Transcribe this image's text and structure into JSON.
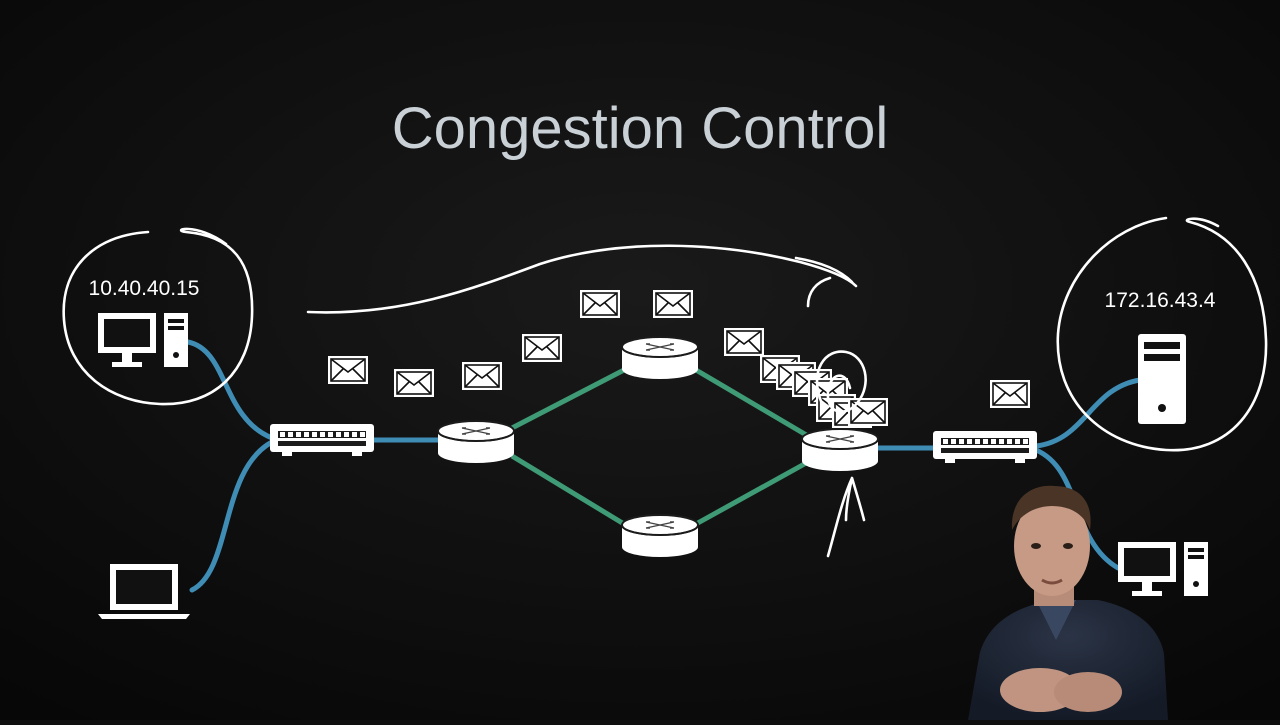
{
  "slide": {
    "title": "Congestion Control",
    "source_ip": "10.40.40.15",
    "dest_ip": "172.16.43.4"
  },
  "colors": {
    "background": "#101010",
    "title": "#c9d1d6",
    "host_link": "#3f8db5",
    "router_link": "#3f9a76",
    "device_fill": "#ffffff",
    "ink": "#ffffff"
  },
  "devices": [
    {
      "id": "source-desktop",
      "icon": "desktop-tower-icon"
    },
    {
      "id": "source-laptop",
      "icon": "laptop-icon"
    },
    {
      "id": "switch-left",
      "icon": "switch-icon"
    },
    {
      "id": "router-left",
      "icon": "router-icon"
    },
    {
      "id": "router-top",
      "icon": "router-icon"
    },
    {
      "id": "router-bottom",
      "icon": "router-icon"
    },
    {
      "id": "router-right",
      "icon": "router-icon"
    },
    {
      "id": "switch-right",
      "icon": "switch-icon"
    },
    {
      "id": "dest-server",
      "icon": "server-icon"
    },
    {
      "id": "dest-desktop",
      "icon": "desktop-tower-icon"
    }
  ],
  "packets_icon": "envelope-icon",
  "presenter": "presenter-video-overlay"
}
